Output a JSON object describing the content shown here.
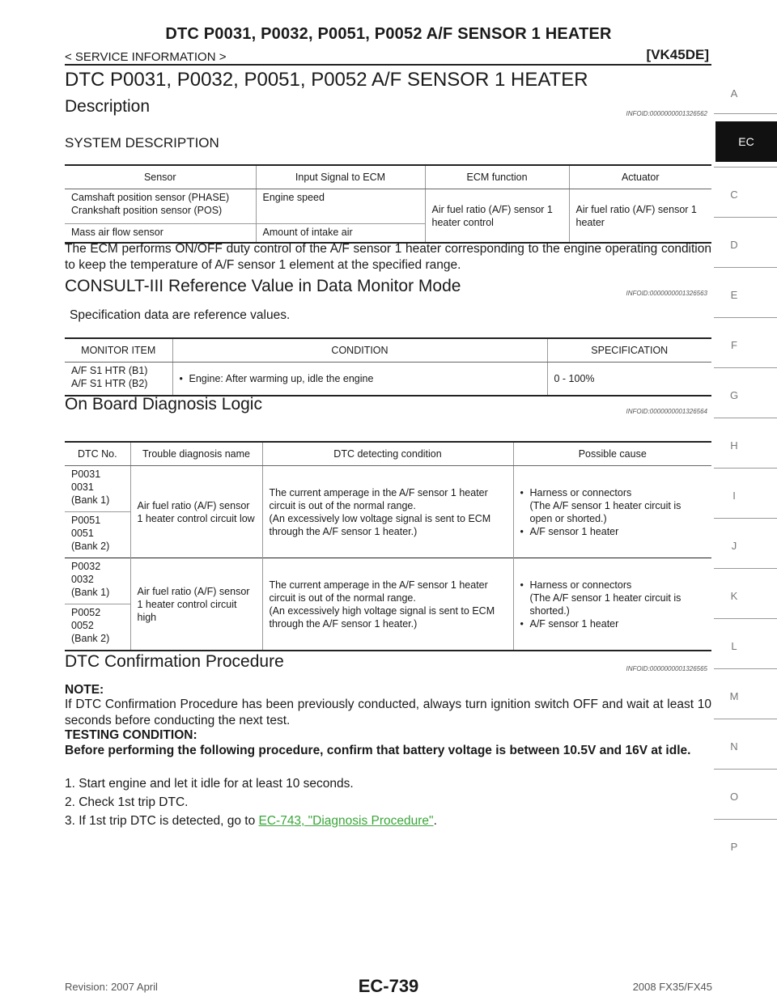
{
  "header": {
    "title": "DTC P0031, P0032, P0051, P0052 A/F SENSOR 1 HEATER",
    "section": "< SERVICE INFORMATION >",
    "engine": "[VK45DE]"
  },
  "main_title": "DTC P0031, P0032, P0051, P0052 A/F SENSOR 1 HEATER",
  "description": {
    "heading": "Description",
    "infoid": "INFOID:0000000001326562",
    "subheading": "SYSTEM DESCRIPTION",
    "table": {
      "headers": [
        "Sensor",
        "Input Signal to ECM",
        "ECM function",
        "Actuator"
      ],
      "row1_sensor": "Camshaft position sensor (PHASE)\nCrankshaft position sensor (POS)",
      "row1_signal": "Engine speed",
      "row2_sensor": "Mass air flow sensor",
      "row2_signal": "Amount of intake air",
      "ecm_function": "Air fuel ratio (A/F) sensor 1 heater control",
      "actuator": "Air fuel ratio (A/F) sensor 1 heater"
    },
    "paragraph": "The ECM performs ON/OFF duty control of the A/F sensor 1 heater corresponding to the engine operating condition to keep the temperature of A/F sensor 1 element at the specified range."
  },
  "consult": {
    "heading": "CONSULT-III Reference Value in Data Monitor Mode",
    "infoid": "INFOID:0000000001326563",
    "note": "Specification data are reference values.",
    "headers": [
      "MONITOR ITEM",
      "CONDITION",
      "SPECIFICATION"
    ],
    "item": "A/F S1 HTR (B1)\nA/F S1 HTR (B2)",
    "condition": "Engine: After warming up, idle the engine",
    "specification": "0 - 100%"
  },
  "obd": {
    "heading": "On Board Diagnosis Logic",
    "infoid": "INFOID:0000000001326564",
    "headers": [
      "DTC No.",
      "Trouble diagnosis name",
      "DTC detecting condition",
      "Possible cause"
    ],
    "dtc_p0031": "P0031\n0031\n(Bank 1)",
    "dtc_p0051": "P0051\n0051\n(Bank 2)",
    "name_low": "Air fuel ratio (A/F) sensor 1 heater control circuit low",
    "cond_low": "The current amperage in the A/F sensor 1 heater circuit is out of the normal range.\n(An excessively low voltage signal is sent to ECM through the A/F sensor 1 heater.)",
    "cause_low_1": "Harness or connectors",
    "cause_low_1b": "(The A/F sensor 1 heater circuit is open or shorted.)",
    "cause_low_2": "A/F sensor 1 heater",
    "dtc_p0032": "P0032\n0032\n(Bank 1)",
    "dtc_p0052": "P0052\n0052\n(Bank 2)",
    "name_high": "Air fuel ratio (A/F) sensor 1 heater control circuit high",
    "cond_high": "The current amperage in the A/F sensor 1 heater circuit is out of the normal range.\n(An excessively high voltage signal is sent to ECM through the A/F sensor 1 heater.)",
    "cause_high_1": "Harness or connectors",
    "cause_high_1b": "(The A/F sensor 1 heater circuit is shorted.)",
    "cause_high_2": "A/F sensor 1 heater"
  },
  "confirm": {
    "heading": "DTC Confirmation Procedure",
    "infoid": "INFOID:0000000001326565",
    "note_label": "NOTE:",
    "note_text": "If DTC Confirmation Procedure has been previously conducted, always turn ignition switch OFF and wait at least 10 seconds before conducting the next test.",
    "testing_label": "TESTING CONDITION:",
    "testing_text": "Before performing the following procedure, confirm that battery voltage is between 10.5V and 16V at idle.",
    "step1": "1. Start engine and let it idle for at least 10 seconds.",
    "step2": "2. Check 1st trip DTC.",
    "step3_prefix": "3. If 1st trip DTC is detected, go to ",
    "step3_link": "EC-743, \"Diagnosis Procedure\"",
    "step3_suffix": "."
  },
  "side_index": {
    "letters": [
      "A",
      "EC",
      "C",
      "D",
      "E",
      "F",
      "G",
      "H",
      "I",
      "J",
      "K",
      "L",
      "M",
      "N",
      "O",
      "P"
    ],
    "active": "EC"
  },
  "footer": {
    "revision": "Revision: 2007 April",
    "page": "EC-739",
    "model": "2008 FX35/FX45"
  }
}
